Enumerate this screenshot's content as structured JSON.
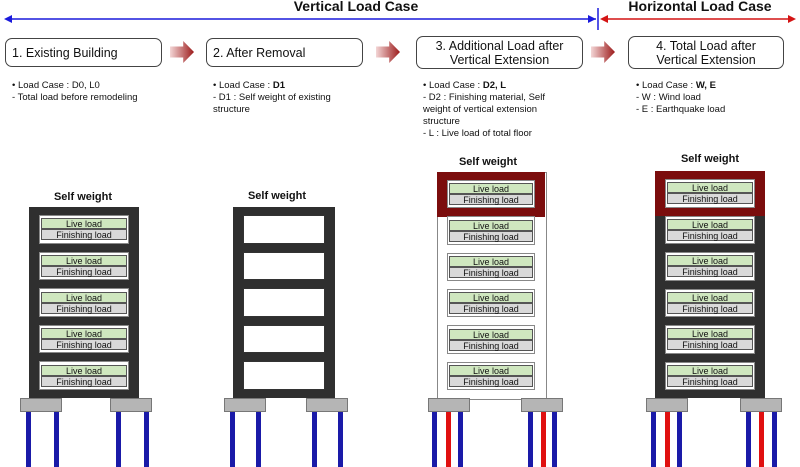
{
  "headers": {
    "vertical": "Vertical Load Case",
    "horizontal": "Horizontal Load Case",
    "vertical_color": "#1a1adc",
    "horizontal_color": "#d41414"
  },
  "stages": [
    {
      "title": "1. Existing Building",
      "notes": [
        "• Load Case : D0, L0",
        " - Total load before remodeling"
      ],
      "self_weight": "Self weight",
      "floors": 5,
      "roof": false,
      "empty": false,
      "red_piles": false
    },
    {
      "title": "2. After Removal",
      "notes": [
        "• Load Case : ",
        " - D1 : Self weight of existing",
        "   structure"
      ],
      "load_case_bold": "D1",
      "self_weight": "Self weight",
      "floors": 5,
      "roof": false,
      "empty": true,
      "red_piles": false
    },
    {
      "title_lines": [
        "3. Additional Load after",
        "Vertical Extension"
      ],
      "notes": [
        "• Load Case : ",
        " - D2 : Finishing material, Self",
        "   weight of vertical extension",
        "   structure",
        " - L : Live load of total floor"
      ],
      "load_case_bold": "D2, L",
      "self_weight": "Self weight",
      "floors": 6,
      "roof": true,
      "empty": false,
      "red_piles": true,
      "frame_color": "#ffffff"
    },
    {
      "title_lines": [
        "4. Total Load after",
        "Vertical Extension"
      ],
      "notes": [
        "• Load Case : ",
        " - W : Wind load",
        " - E : Earthquake load"
      ],
      "load_case_bold": "W, E",
      "self_weight": "Self weight",
      "floors": 6,
      "roof": true,
      "empty": false,
      "red_piles": true,
      "frame_color": "#2f2f2f"
    }
  ],
  "labels": {
    "live": "Live load",
    "finishing": "Finishing load"
  },
  "colors": {
    "roof": "#7b0d0d",
    "frame": "#2f2f2f",
    "live_fill": "#cfe7bf",
    "finish_fill": "#d9d9d9",
    "pile_blue": "#1a1aa8",
    "pile_red": "#e01010",
    "arrow": "#9c1a1a"
  }
}
